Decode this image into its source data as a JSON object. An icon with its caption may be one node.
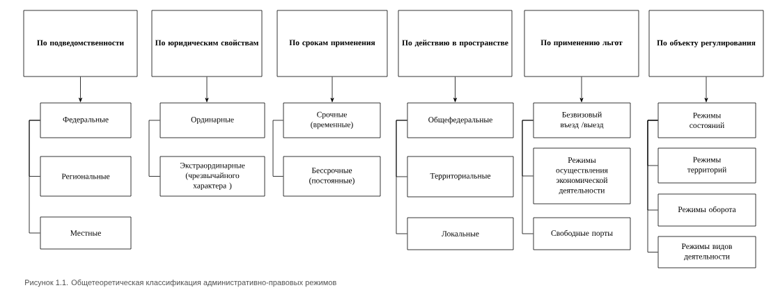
{
  "diagram": {
    "caption": "Рисунок 1.1. Общетеоретическая классификация административно-правовых режимов",
    "nodes": [
      {
        "text": [
          "По подведомственности"
        ]
      },
      {
        "text": [
          "Федеральные"
        ]
      },
      {
        "text": [
          "Региональные"
        ]
      },
      {
        "text": [
          "Местные"
        ]
      },
      {
        "text": [
          "По юридическим свойствам"
        ]
      },
      {
        "text": [
          "Ординарные"
        ]
      },
      {
        "text": [
          "Экстраординарные (чрезвычайного характера )"
        ]
      },
      {
        "text": [
          "По срокам применения"
        ]
      },
      {
        "text": [
          "Срочные (временные)"
        ]
      },
      {
        "text": [
          "Бессрочные (постоянные)"
        ]
      },
      {
        "text": [
          "По действию в пространстве"
        ]
      },
      {
        "text": [
          "Общефедеральные"
        ]
      },
      {
        "text": [
          "Территориальные"
        ]
      },
      {
        "text": [
          "Локальные"
        ]
      },
      {
        "text": [
          "По применению льгот"
        ]
      },
      {
        "text": [
          "Безвизовый въезд /выезд"
        ]
      },
      {
        "text": [
          "Режимы осуществления экономической деятельности"
        ]
      },
      {
        "text": [
          "Свободные порты"
        ]
      },
      {
        "text": [
          "По объекту регулирования"
        ]
      },
      {
        "text": [
          "Режимы состояний"
        ]
      },
      {
        "text": [
          "Режимы территорий"
        ]
      },
      {
        "text": [
          "Режимы оборота"
        ]
      },
      {
        "text": [
          "Режимы видов деятельности"
        ]
      }
    ],
    "edges": [
      {
        "from": 0,
        "to": 1,
        "arrow": "to"
      },
      {
        "from": 1,
        "to": 2,
        "arrow": "none"
      },
      {
        "from": 1,
        "to": 3,
        "arrow": "none"
      },
      {
        "from": 4,
        "to": 5,
        "arrow": "to"
      },
      {
        "from": 5,
        "to": 6,
        "arrow": "none"
      },
      {
        "from": 7,
        "to": 8,
        "arrow": "to"
      },
      {
        "from": 8,
        "to": 9,
        "arrow": "none"
      },
      {
        "from": 10,
        "to": 11,
        "arrow": "to"
      },
      {
        "from": 11,
        "to": 12,
        "arrow": "none"
      },
      {
        "from": 11,
        "to": 13,
        "arrow": "none"
      },
      {
        "from": 14,
        "to": 15,
        "arrow": "to"
      },
      {
        "from": 15,
        "to": 16,
        "arrow": "none"
      },
      {
        "from": 15,
        "to": 17,
        "arrow": "none"
      },
      {
        "from": 18,
        "to": 19,
        "arrow": "to"
      },
      {
        "from": 19,
        "to": 20,
        "arrow": "none"
      },
      {
        "from": 19,
        "to": 21,
        "arrow": "none"
      },
      {
        "from": 19,
        "to": 22,
        "arrow": "none"
      }
    ]
  }
}
